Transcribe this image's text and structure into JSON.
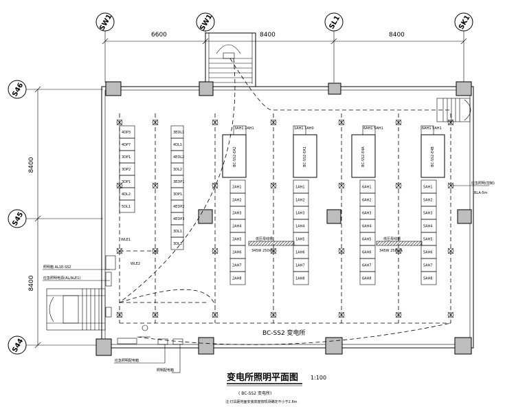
{
  "drawing": {
    "title": "变电所照明平面图",
    "scale": "1:100",
    "subtitle": "( BC-SS2 变电所)",
    "note": "注:灯具距地面安装高度按现场确定不小于2.8m",
    "room_label": "BC-SS2 变电所"
  },
  "axes": {
    "top": [
      "SW1",
      "SW1",
      "SL1",
      "SK1"
    ],
    "left": [
      "S46",
      "S45",
      "S44"
    ]
  },
  "dimensions": {
    "top": [
      "6600",
      "8400",
      "8400"
    ],
    "left": [
      "8400",
      "8400"
    ]
  },
  "switchboards": [
    {
      "label": "BC-SS2-EA2",
      "tag": "3AH1\n2AH1"
    },
    {
      "label": "BC-SS2-EA1",
      "tag": "1AH1\n1AH0"
    },
    {
      "label": "BC-SS2-E4A",
      "tag": "6AH1\n5AH1"
    },
    {
      "label": "BC-SS2-E4B",
      "tag": "6AH1\n5AH1"
    }
  ],
  "cabinet_columns": [
    {
      "cells": [
        "4DP3",
        "4DP7",
        "3DP1",
        "3DP2",
        "3DP1",
        "4DL2",
        "5DL1"
      ]
    },
    {
      "cells": [
        "3EDL1",
        "4DL1",
        "4EDL2",
        "3DL2",
        "3EDP1",
        "3DP1",
        "4EDP2",
        "4EDP3",
        "3DL1",
        "3DL2"
      ]
    },
    {
      "cells": [
        "2AH1",
        "2AH2",
        "2AH3",
        "2AH4",
        "2AH5",
        "2AH6",
        "2AH7",
        "2AH8"
      ]
    },
    {
      "cells": [
        "1AH1",
        "1AH2",
        "1AH3",
        "1AH4",
        "1AH5",
        "1AH6",
        "1AH7",
        "1AH8"
      ]
    },
    {
      "cells": [
        "6AH1",
        "6AH2",
        "6AH3",
        "6AH4",
        "6AH5",
        "6AH6",
        "6AH7",
        "6AH8"
      ]
    },
    {
      "cells": [
        "5AH1",
        "5AH2",
        "5AH3",
        "5AH4",
        "5AH5",
        "5AH6",
        "5AH7",
        "5AH8"
      ]
    }
  ],
  "labels": {
    "wle1": "WLE1",
    "wle2": "WLE2",
    "panel_left_1": "照明箱 AL1E-SS2",
    "panel_left_2": "应急照明电源(AL/ALE1)",
    "bus_a": "低压母线槽",
    "bus_a_sub": "345W 250mA",
    "bus_b": "低压母线槽",
    "bus_b_sub": "345W 250mA",
    "right_callout": "应急照明(控制)",
    "right_callout_sub": "BLA-5m",
    "bottom_callout_1": "应急照明配电箱",
    "bottom_callout_2": "照明配电箱"
  }
}
